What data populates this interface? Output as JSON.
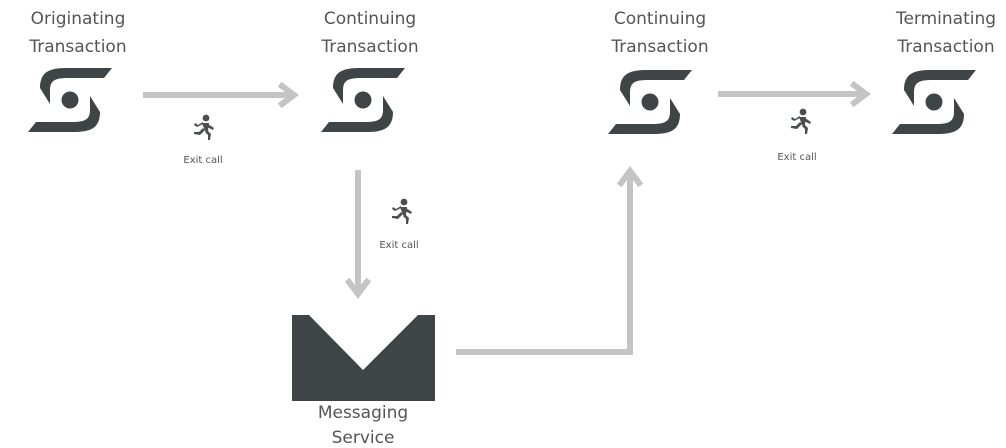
{
  "nodes": {
    "originating": {
      "line1": "Originating",
      "line2": "Transaction",
      "icon": "transaction-swirl-icon"
    },
    "continuing_1": {
      "line1": "Continuing",
      "line2": "Transaction",
      "icon": "transaction-swirl-icon"
    },
    "continuing_2": {
      "line1": "Continuing",
      "line2": "Transaction",
      "icon": "transaction-swirl-icon"
    },
    "terminating": {
      "line1": "Terminating",
      "line2": "Transaction",
      "icon": "transaction-swirl-icon"
    },
    "messaging": {
      "line1": "Messaging",
      "line2": "Service",
      "icon": "envelope-icon"
    }
  },
  "exit_calls": {
    "first": {
      "label": "Exit call",
      "icon": "running-person-icon"
    },
    "second": {
      "label": "Exit call",
      "icon": "running-person-icon"
    },
    "third": {
      "label": "Exit call",
      "icon": "running-person-icon"
    }
  },
  "colors": {
    "icon": "#3f4447",
    "arrow": "#c4c4c4",
    "text": "#555555"
  }
}
